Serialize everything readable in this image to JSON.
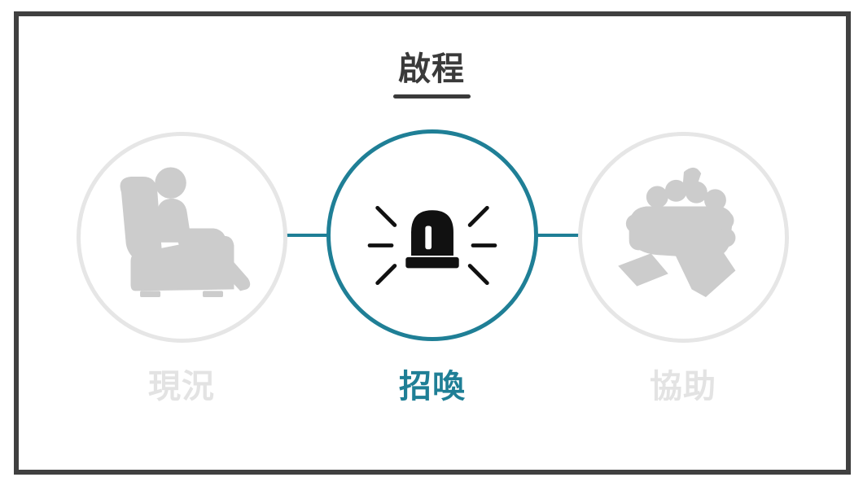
{
  "title": "啟程",
  "colors": {
    "frame": "#404040",
    "title": "#3a3a3a",
    "accent": "#1f7f96",
    "inactive_ring": "#e6e6e6",
    "inactive_icon": "#cccccc",
    "inactive_label": "#e3e3e3",
    "active_icon": "#111111"
  },
  "steps": [
    {
      "label": "現況",
      "icon": "person-in-armchair-icon",
      "active": false
    },
    {
      "label": "招喚",
      "icon": "siren-alarm-icon",
      "active": true
    },
    {
      "label": "協助",
      "icon": "clasped-hands-icon",
      "active": false
    }
  ]
}
